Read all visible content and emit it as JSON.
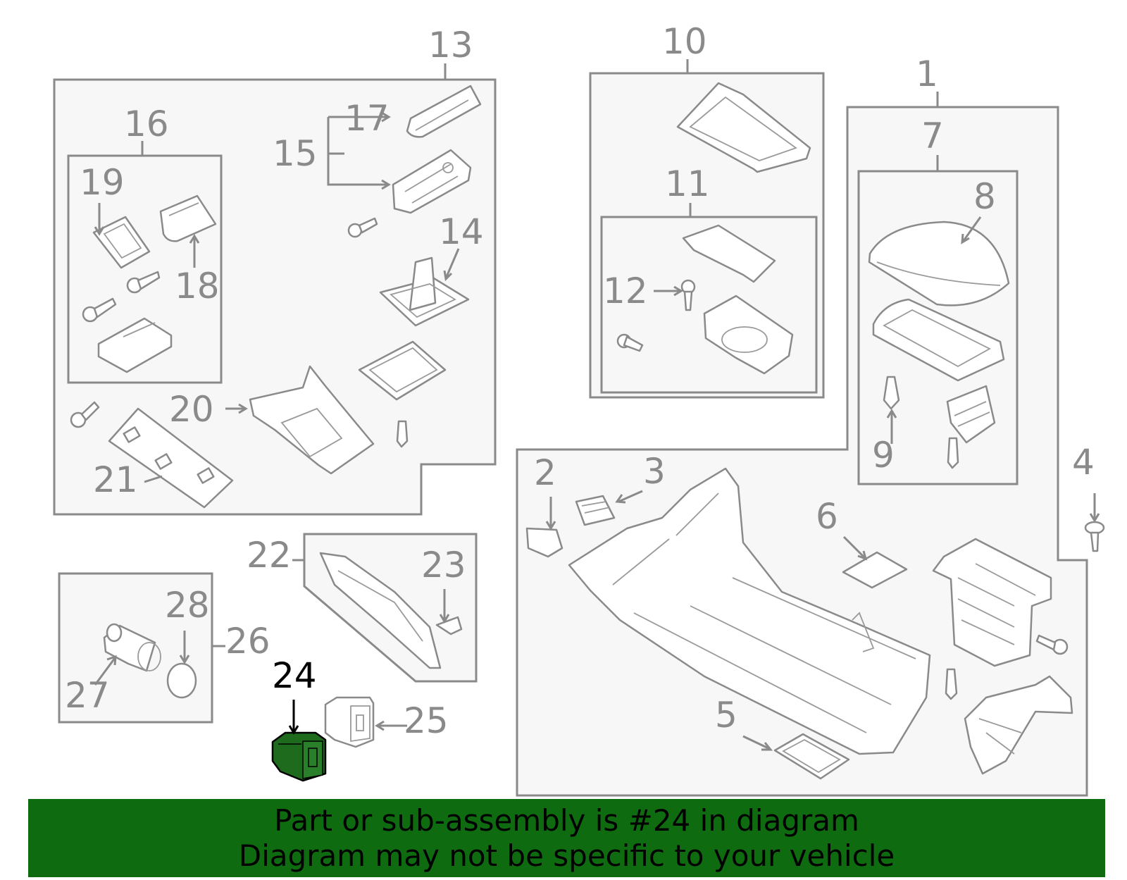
{
  "labels": {
    "p1": "1",
    "p2": "2",
    "p3": "3",
    "p4": "4",
    "p5": "5",
    "p6": "6",
    "p7": "7",
    "p8": "8",
    "p9": "9",
    "p10": "10",
    "p11": "11",
    "p12": "12",
    "p13": "13",
    "p14": "14",
    "p15": "15",
    "p16": "16",
    "p17": "17",
    "p18": "18",
    "p19": "19",
    "p20": "20",
    "p21": "21",
    "p22": "22",
    "p23": "23",
    "p24": "24",
    "p25": "25",
    "p26": "26",
    "p27": "27",
    "p28": "28"
  },
  "highlight_part": "24",
  "banner": {
    "line1": "Part or sub-assembly is #24 in diagram",
    "line2": "Diagram may not be specific to your vehicle"
  },
  "colors": {
    "line": "#8a8a8a",
    "box_fill": "#f7f7f7",
    "highlight_part": "#1e6b1e",
    "highlight_label": "#000000",
    "banner": "#0f6b0f"
  }
}
